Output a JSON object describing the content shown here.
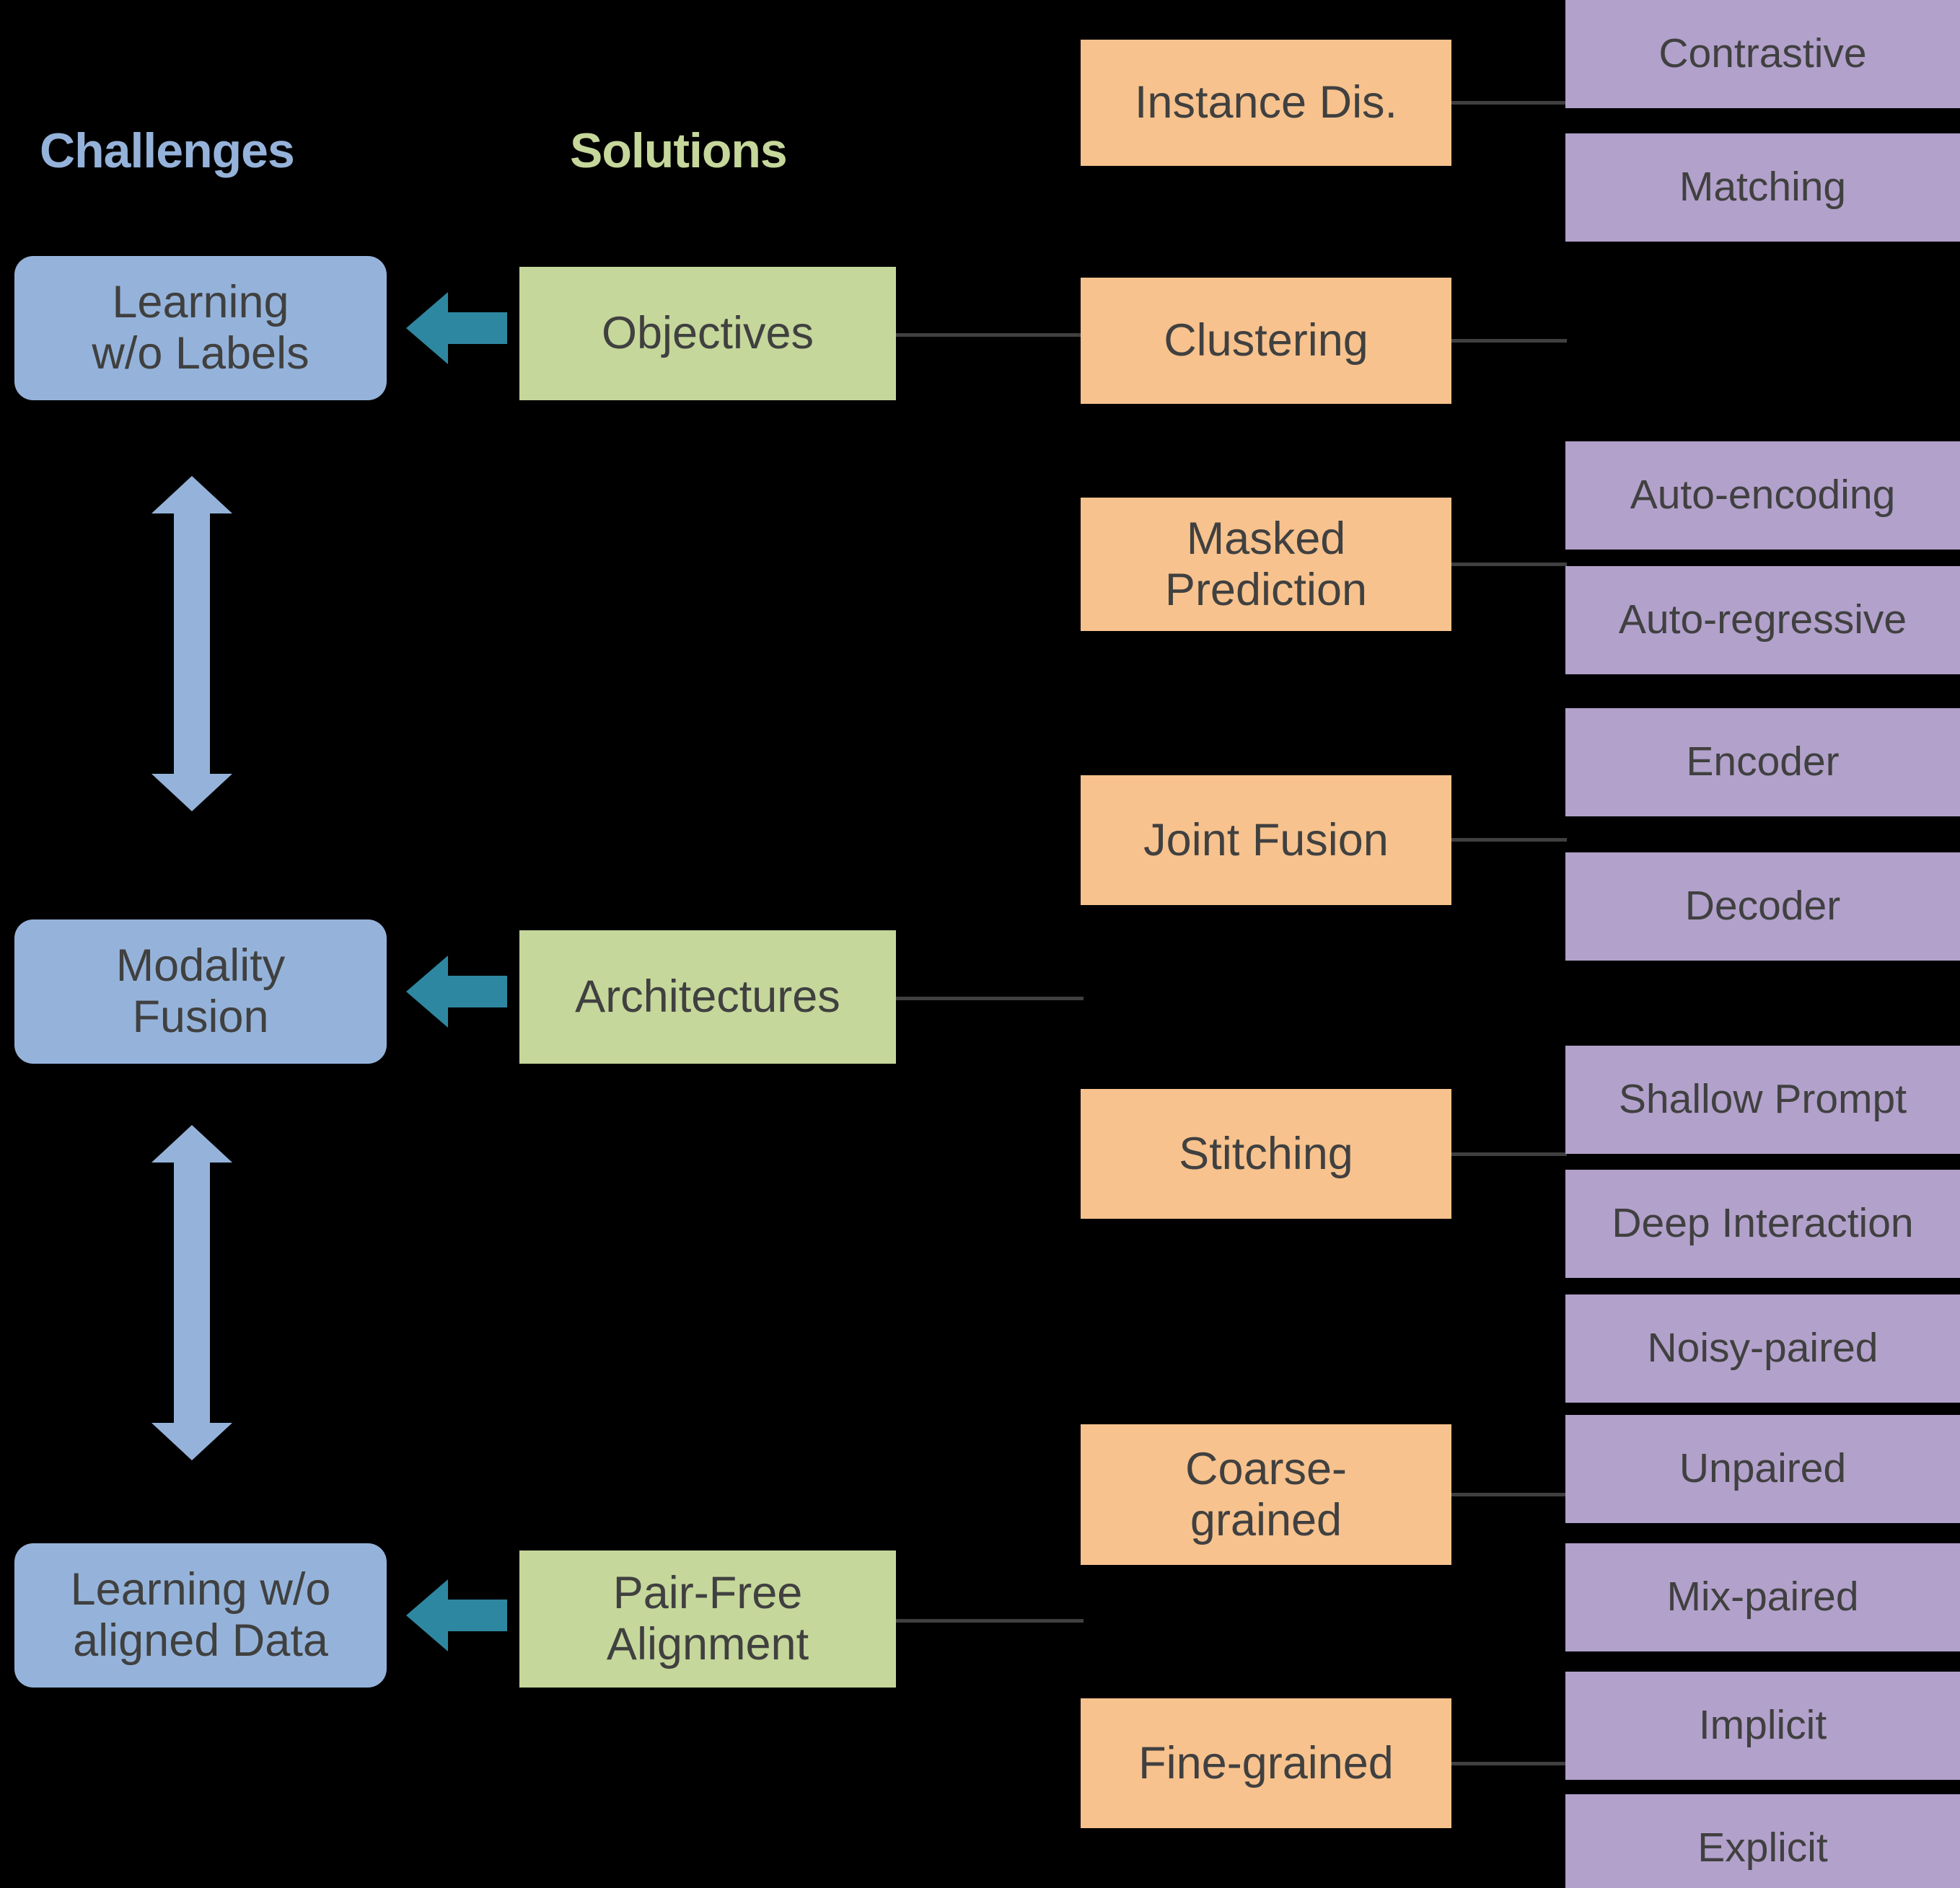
{
  "headers": {
    "challenges": "Challenges",
    "solutions": "Solutions"
  },
  "colors": {
    "background": "#000000",
    "challenge": "#95B3DA",
    "solution": "#C5D79A",
    "method": "#F7C28D",
    "subtype": "#B2A1CB",
    "arrow_horizontal": "#2E87A0",
    "arrow_vertical": "#95B3DA",
    "text": "#404040"
  },
  "challenges": [
    {
      "label": "Learning\nw/o Labels"
    },
    {
      "label": "Modality\nFusion"
    },
    {
      "label": "Learning w/o\naligned Data"
    }
  ],
  "solutions": [
    {
      "label": "Objectives"
    },
    {
      "label": "Architectures"
    },
    {
      "label": "Pair-Free\nAlignment"
    }
  ],
  "methods": [
    {
      "label": "Instance Dis."
    },
    {
      "label": "Clustering"
    },
    {
      "label": "Masked\nPrediction"
    },
    {
      "label": "Joint Fusion"
    },
    {
      "label": "Stitching"
    },
    {
      "label": "Coarse-\ngrained"
    },
    {
      "label": "Fine-grained"
    }
  ],
  "subtypes": [
    {
      "label": "Contrastive"
    },
    {
      "label": "Matching"
    },
    {
      "label": "Auto-encoding"
    },
    {
      "label": "Auto-regressive"
    },
    {
      "label": "Encoder"
    },
    {
      "label": "Decoder"
    },
    {
      "label": "Shallow Prompt"
    },
    {
      "label": "Deep Interaction"
    },
    {
      "label": "Noisy-paired"
    },
    {
      "label": "Unpaired"
    },
    {
      "label": "Mix-paired"
    },
    {
      "label": "Implicit"
    },
    {
      "label": "Explicit"
    }
  ]
}
